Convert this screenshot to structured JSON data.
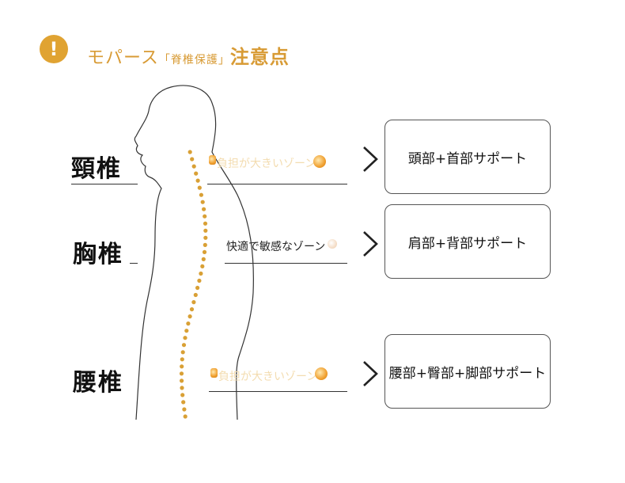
{
  "header": {
    "alert_icon": "exclamation-icon",
    "alert_glyph": "!",
    "title_prefix": "モパース",
    "title_bracket": "「脊椎保護」",
    "title_suffix": "注意点",
    "accent_color": "#e0a332"
  },
  "segments": [
    {
      "label": "頸椎",
      "zone_text": "負担が大きいゾーン",
      "support": "頭部+首部サポート"
    },
    {
      "label": "胸椎",
      "zone_text": "快適で敏感なゾーン",
      "support": "肩部+背部サポート"
    },
    {
      "label": "腰椎",
      "zone_text": "負担が大きいゾーン",
      "support": "腰部+臀部+脚部サポート"
    }
  ],
  "icons": {
    "chevron": "chevron-right-icon",
    "zone": "burst-icon"
  },
  "colors": {
    "spine_dots": "#d9a035",
    "outline": "#333333"
  }
}
